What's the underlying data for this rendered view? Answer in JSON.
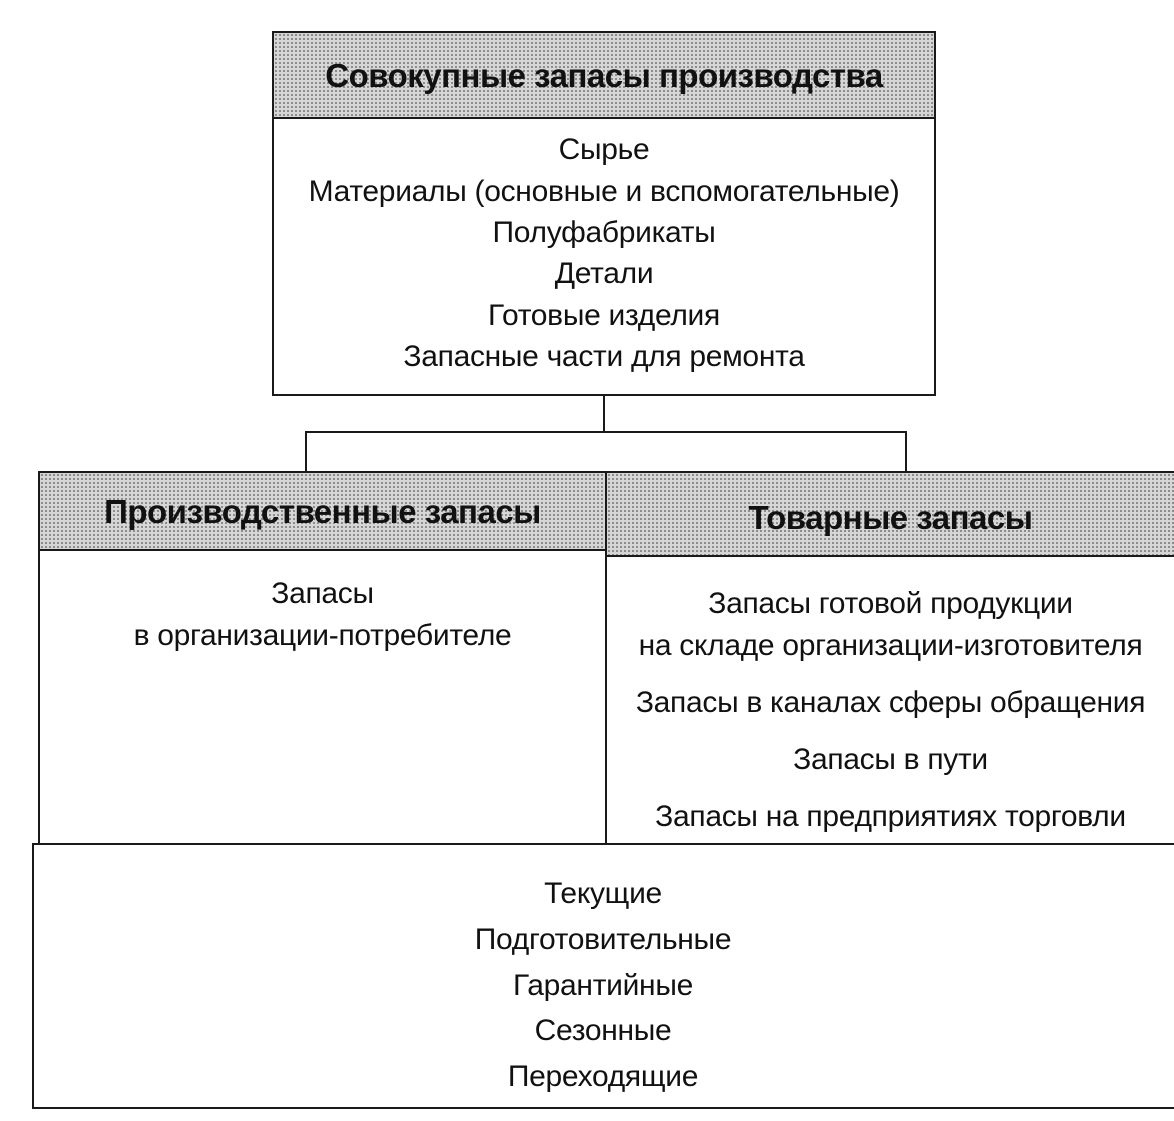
{
  "top": {
    "title": "Совокупные запасы производства",
    "items": [
      "Сырье",
      "Материалы (основные и вспомогательные)",
      "Полуфабрикаты",
      "Детали",
      "Готовые изделия",
      "Запасные части для ремонта"
    ]
  },
  "left": {
    "title": "Производственные запасы",
    "items": [
      "Запасы",
      "в организации-потребителе"
    ]
  },
  "right": {
    "title": "Товарные запасы",
    "items": [
      "Запасы готовой продукции",
      "на складе организации-изготовителя",
      "Запасы в каналах сферы обращения",
      "Запасы в пути",
      "Запасы на предприятиях торговли"
    ]
  },
  "bottom": {
    "items": [
      "Текущие",
      "Подготовительные",
      "Гарантийные",
      "Сезонные",
      "Переходящие"
    ]
  }
}
